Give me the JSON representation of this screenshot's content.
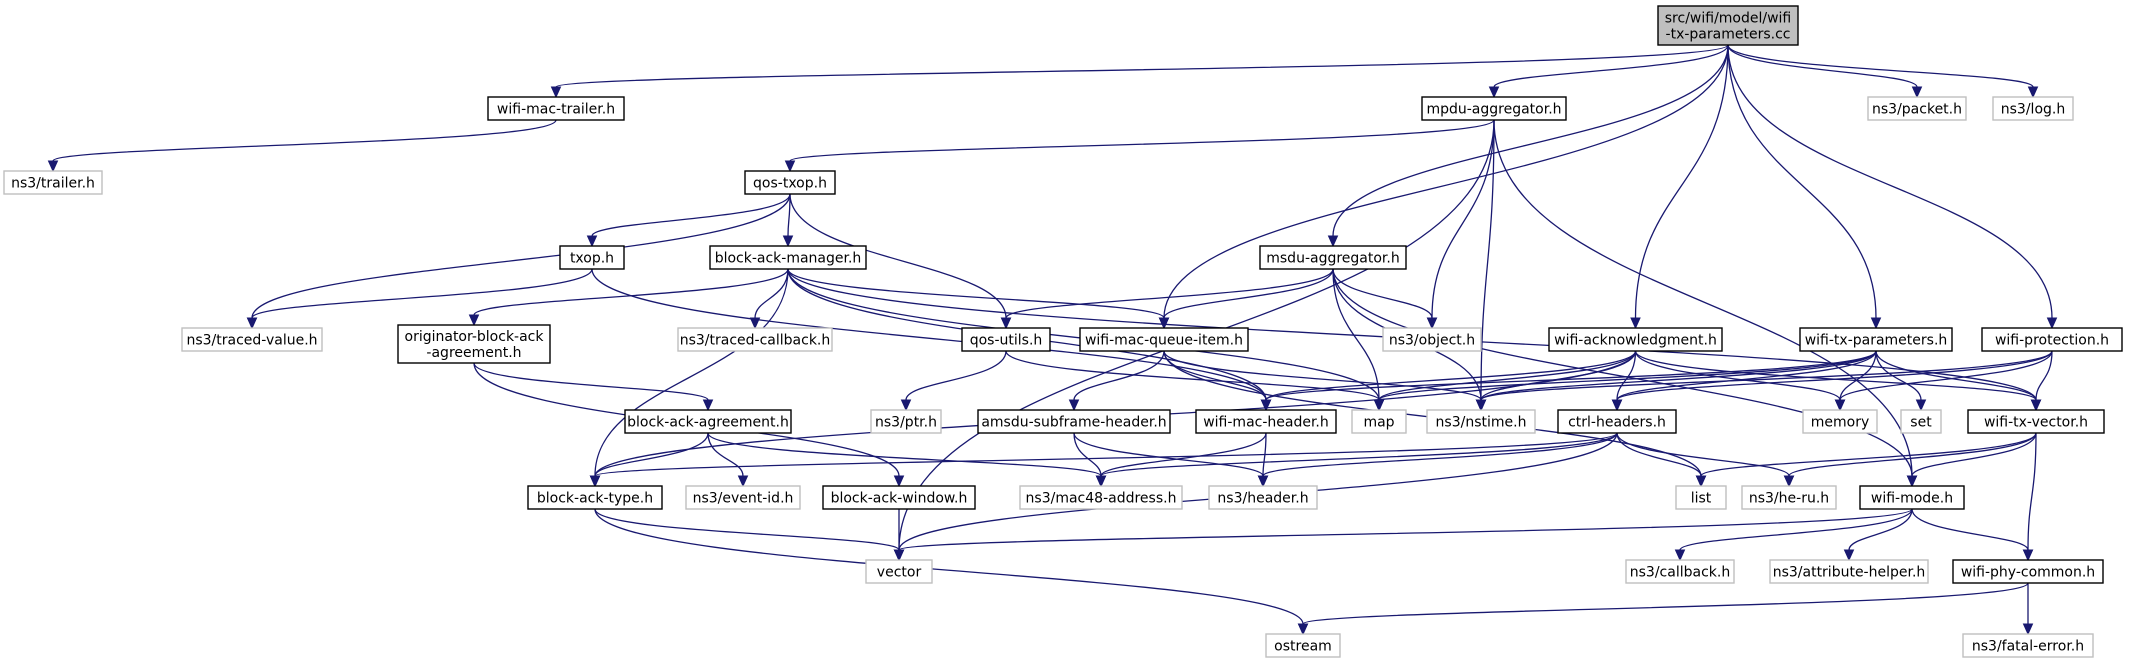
{
  "nodes": {
    "root": [
      "src/wifi/model/wifi",
      "-tx-parameters.cc"
    ],
    "wifi_mac_trailer": [
      "wifi-mac-trailer.h"
    ],
    "mpdu_aggregator": [
      "mpdu-aggregator.h"
    ],
    "ns3_packet": [
      "ns3/packet.h"
    ],
    "ns3_log": [
      "ns3/log.h"
    ],
    "ns3_trailer": [
      "ns3/trailer.h"
    ],
    "qos_txop": [
      "qos-txop.h"
    ],
    "txop": [
      "txop.h"
    ],
    "block_ack_manager": [
      "block-ack-manager.h"
    ],
    "msdu_aggregator": [
      "msdu-aggregator.h"
    ],
    "ns3_traced_value": [
      "ns3/traced-value.h"
    ],
    "originator": [
      "originator-block-ack",
      "-agreement.h"
    ],
    "ns3_traced_callback": [
      "ns3/traced-callback.h"
    ],
    "qos_utils": [
      "qos-utils.h"
    ],
    "wifi_mac_queue_item": [
      "wifi-mac-queue-item.h"
    ],
    "ns3_object": [
      "ns3/object.h"
    ],
    "wifi_acknowledgment": [
      "wifi-acknowledgment.h"
    ],
    "wifi_tx_parameters": [
      "wifi-tx-parameters.h"
    ],
    "wifi_protection": [
      "wifi-protection.h"
    ],
    "block_ack_agreement": [
      "block-ack-agreement.h"
    ],
    "ns3_ptr": [
      "ns3/ptr.h"
    ],
    "amsdu_subframe_header": [
      "amsdu-subframe-header.h"
    ],
    "wifi_mac_header": [
      "wifi-mac-header.h"
    ],
    "map": [
      "map"
    ],
    "ns3_nstime": [
      "ns3/nstime.h"
    ],
    "ctrl_headers": [
      "ctrl-headers.h"
    ],
    "memory": [
      "memory"
    ],
    "set": [
      "set"
    ],
    "wifi_tx_vector": [
      "wifi-tx-vector.h"
    ],
    "block_ack_type": [
      "block-ack-type.h"
    ],
    "ns3_event_id": [
      "ns3/event-id.h"
    ],
    "block_ack_window": [
      "block-ack-window.h"
    ],
    "ns3_mac48": [
      "ns3/mac48-address.h"
    ],
    "ns3_header": [
      "ns3/header.h"
    ],
    "list": [
      "list"
    ],
    "ns3_he_ru": [
      "ns3/he-ru.h"
    ],
    "wifi_mode": [
      "wifi-mode.h"
    ],
    "vector": [
      "vector"
    ],
    "ns3_callback": [
      "ns3/callback.h"
    ],
    "ns3_attribute_helper": [
      "ns3/attribute-helper.h"
    ],
    "wifi_phy_common": [
      "wifi-phy-common.h"
    ],
    "ostream": [
      "ostream"
    ],
    "ns3_fatal_error": [
      "ns3/fatal-error.h"
    ]
  },
  "edges": [
    [
      "root",
      "wifi_mac_trailer"
    ],
    [
      "root",
      "mpdu_aggregator"
    ],
    [
      "root",
      "ns3_packet"
    ],
    [
      "root",
      "ns3_log"
    ],
    [
      "root",
      "msdu_aggregator"
    ],
    [
      "root",
      "wifi_mac_queue_item"
    ],
    [
      "root",
      "wifi_acknowledgment"
    ],
    [
      "root",
      "wifi_tx_parameters"
    ],
    [
      "root",
      "wifi_protection"
    ],
    [
      "wifi_mac_trailer",
      "ns3_trailer"
    ],
    [
      "mpdu_aggregator",
      "qos_txop"
    ],
    [
      "mpdu_aggregator",
      "vector"
    ],
    [
      "mpdu_aggregator",
      "ns3_object"
    ],
    [
      "mpdu_aggregator",
      "ns3_nstime"
    ],
    [
      "mpdu_aggregator",
      "wifi_mode"
    ],
    [
      "qos_txop",
      "txop"
    ],
    [
      "qos_txop",
      "block_ack_manager"
    ],
    [
      "qos_txop",
      "qos_utils"
    ],
    [
      "qos_txop",
      "ns3_traced_value"
    ],
    [
      "txop",
      "ns3_traced_value"
    ],
    [
      "txop",
      "wifi_mac_header"
    ],
    [
      "block_ack_manager",
      "originator"
    ],
    [
      "block_ack_manager",
      "ns3_traced_callback"
    ],
    [
      "block_ack_manager",
      "wifi_mac_queue_item"
    ],
    [
      "block_ack_manager",
      "map"
    ],
    [
      "block_ack_manager",
      "wifi_mac_header"
    ],
    [
      "block_ack_manager",
      "block_ack_type"
    ],
    [
      "block_ack_manager",
      "wifi_tx_vector"
    ],
    [
      "msdu_aggregator",
      "qos_utils"
    ],
    [
      "msdu_aggregator",
      "wifi_mac_queue_item"
    ],
    [
      "msdu_aggregator",
      "ns3_object"
    ],
    [
      "msdu_aggregator",
      "map"
    ],
    [
      "msdu_aggregator",
      "ns3_nstime"
    ],
    [
      "msdu_aggregator",
      "wifi_mode"
    ],
    [
      "originator",
      "block_ack_agreement"
    ],
    [
      "originator",
      "block_ack_window"
    ],
    [
      "qos_utils",
      "ns3_ptr"
    ],
    [
      "qos_utils",
      "map"
    ],
    [
      "wifi_mac_queue_item",
      "amsdu_subframe_header"
    ],
    [
      "wifi_mac_queue_item",
      "wifi_mac_header"
    ],
    [
      "wifi_mac_queue_item",
      "ns3_nstime"
    ],
    [
      "wifi_mac_queue_item",
      "list"
    ],
    [
      "wifi_acknowledgment",
      "ns3_nstime"
    ],
    [
      "wifi_acknowledgment",
      "wifi_mac_header"
    ],
    [
      "wifi_acknowledgment",
      "ctrl_headers"
    ],
    [
      "wifi_acknowledgment",
      "map"
    ],
    [
      "wifi_acknowledgment",
      "memory"
    ],
    [
      "wifi_acknowledgment",
      "wifi_tx_vector"
    ],
    [
      "wifi_acknowledgment",
      "block_ack_type"
    ],
    [
      "wifi_tx_parameters",
      "wifi_mac_header"
    ],
    [
      "wifi_tx_parameters",
      "ns3_nstime"
    ],
    [
      "wifi_tx_parameters",
      "map"
    ],
    [
      "wifi_tx_parameters",
      "memory"
    ],
    [
      "wifi_tx_parameters",
      "set"
    ],
    [
      "wifi_tx_parameters",
      "wifi_tx_vector"
    ],
    [
      "wifi_tx_parameters",
      "ctrl_headers"
    ],
    [
      "wifi_protection",
      "ns3_nstime"
    ],
    [
      "wifi_protection",
      "memory"
    ],
    [
      "wifi_protection",
      "wifi_tx_vector"
    ],
    [
      "wifi_protection",
      "ctrl_headers"
    ],
    [
      "block_ack_agreement",
      "block_ack_type"
    ],
    [
      "block_ack_agreement",
      "ns3_event_id"
    ],
    [
      "block_ack_agreement",
      "ns3_mac48"
    ],
    [
      "amsdu_subframe_header",
      "ns3_mac48"
    ],
    [
      "amsdu_subframe_header",
      "ns3_header"
    ],
    [
      "wifi_mac_header",
      "ns3_mac48"
    ],
    [
      "wifi_mac_header",
      "ns3_header"
    ],
    [
      "ctrl_headers",
      "ns3_mac48"
    ],
    [
      "ctrl_headers",
      "ns3_header"
    ],
    [
      "ctrl_headers",
      "list"
    ],
    [
      "ctrl_headers",
      "ns3_he_ru"
    ],
    [
      "ctrl_headers",
      "vector"
    ],
    [
      "ctrl_headers",
      "block_ack_type"
    ],
    [
      "wifi_tx_vector",
      "list"
    ],
    [
      "wifi_tx_vector",
      "ns3_he_ru"
    ],
    [
      "wifi_tx_vector",
      "wifi_mode"
    ],
    [
      "wifi_tx_vector",
      "wifi_phy_common"
    ],
    [
      "block_ack_type",
      "vector"
    ],
    [
      "block_ack_type",
      "ostream"
    ],
    [
      "block_ack_window",
      "vector"
    ],
    [
      "wifi_mode",
      "vector"
    ],
    [
      "wifi_mode",
      "ns3_callback"
    ],
    [
      "wifi_mode",
      "ns3_attribute_helper"
    ],
    [
      "wifi_mode",
      "wifi_phy_common"
    ],
    [
      "wifi_phy_common",
      "ostream"
    ],
    [
      "wifi_phy_common",
      "ns3_fatal_error"
    ]
  ]
}
